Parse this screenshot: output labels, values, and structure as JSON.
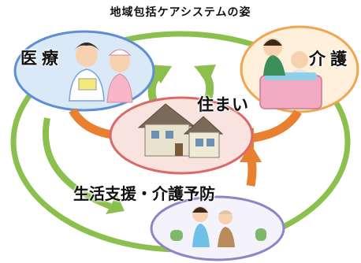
{
  "title": "地域包括ケアシステムの姿",
  "nodes": {
    "medical": "医療",
    "care": "介護",
    "home": "住まい",
    "life": "生活支援・介護予防"
  },
  "colors": {
    "green_ring": "#8cc04e",
    "orange_arrow": "#e8802f",
    "medical_fill": "#d9e9f7",
    "medical_stroke": "#5e8fd4",
    "care_fill": "#fff0db",
    "care_stroke": "#f0a550",
    "home_fill": "#f9e3df",
    "home_stroke": "#d96a6a",
    "life_fill": "#f4f2fa",
    "life_stroke": "#8c84c8"
  }
}
